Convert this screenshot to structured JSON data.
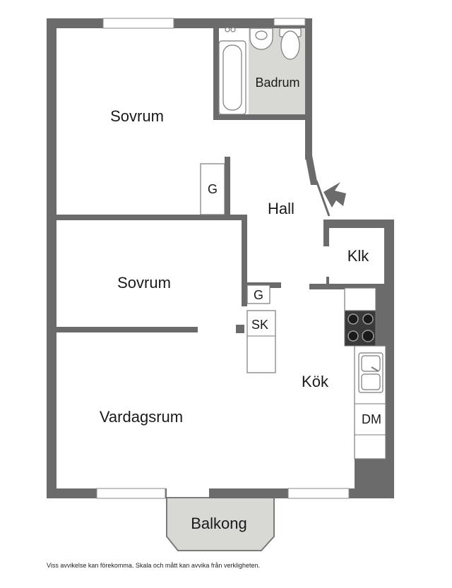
{
  "rooms": {
    "sovrum_top": "Sovrum",
    "badrum": "Badrum",
    "hall": "Hall",
    "wardrobe_top": "G",
    "klk": "Klk",
    "sovrum_mid": "Sovrum",
    "wardrobe_mid": "G",
    "sk": "SK",
    "kok": "Kök",
    "vardagsrum": "Vardagsrum",
    "dm": "DM",
    "balkong": "Balkong"
  },
  "disclaimer": "Viss avvikelse kan förekomma. Skala och mått kan avvika från verkligheten.",
  "colors": {
    "wall": "#6b6b6b",
    "bathroom_floor": "#d8d8d4",
    "balcony_floor": "#d8d8d4"
  }
}
